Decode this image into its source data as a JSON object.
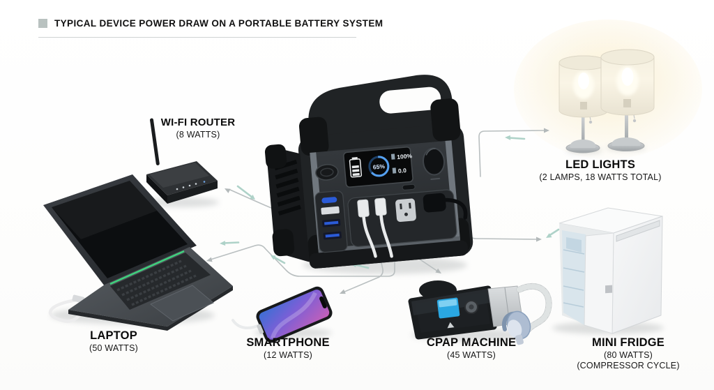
{
  "header": {
    "title": "TYPICAL DEVICE POWER DRAW ON A PORTABLE BATTERY SYSTEM"
  },
  "battery_station": {
    "name": "portable battery power station",
    "display": {
      "charge_percent": "65%",
      "value_top": "100%",
      "value_bottom": "0.0"
    }
  },
  "devices": {
    "wifi_router": {
      "name": "WI-FI ROUTER",
      "power": "(8 WATTS)"
    },
    "laptop": {
      "name": "LAPTOP",
      "power": "(50 WATTS)"
    },
    "smartphone": {
      "name": "SMARTPHONE",
      "power": "(12 WATTS)"
    },
    "cpap": {
      "name": "CPAP MACHINE",
      "power": "(45 WATTS)"
    },
    "mini_fridge": {
      "name": "MINI FRIDGE",
      "power": "(80 WATTS)",
      "power_note": "(COMPRESSOR CYCLE)"
    },
    "led_lights": {
      "name": "LED LIGHTS",
      "power": "(2 LAMPS, 18 WATTS TOTAL)"
    }
  },
  "colors": {
    "flow_line_gray": "#b9bfc0",
    "flow_arrow_teal": "#aed2c8",
    "title_bullet_gray": "#b9c2c0",
    "usb_port_blue": "#2b5bd7",
    "display_ring_blue": "#55a0f0"
  }
}
